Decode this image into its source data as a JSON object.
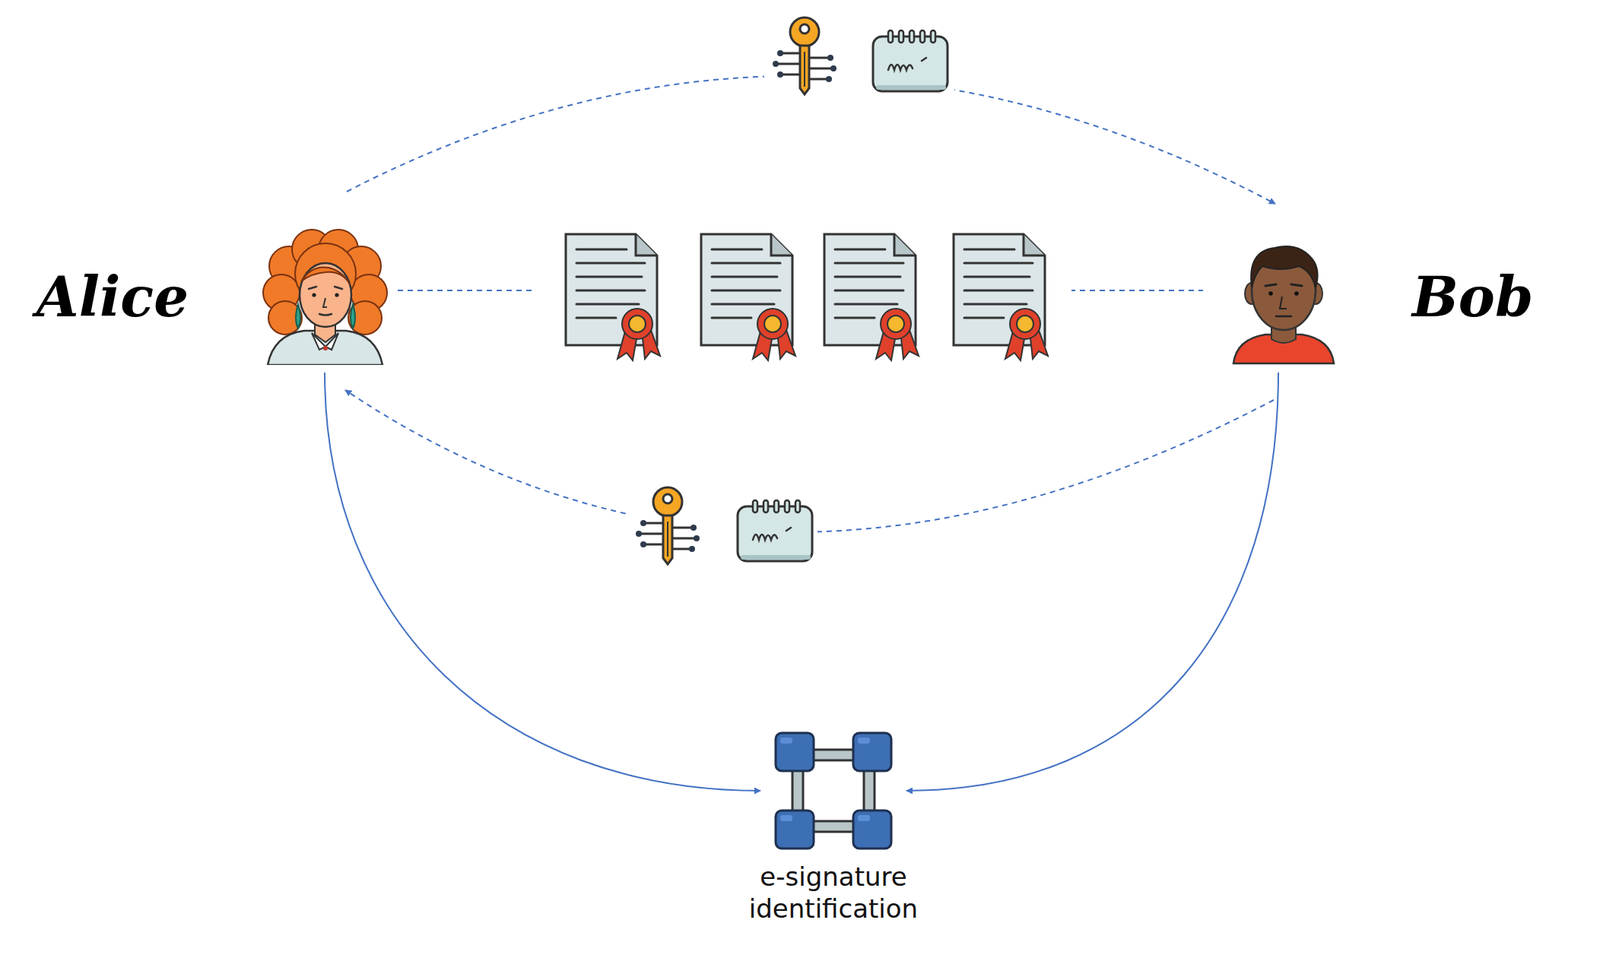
{
  "diagram": {
    "nodes": [
      {
        "text": [
          "Alice"
        ]
      },
      {
        "text": [
          "Bob"
        ]
      },
      {
        "text": [
          "e-signature identification"
        ]
      }
    ],
    "edges": [
      {
        "from": 0,
        "to": 1,
        "arrow": "to"
      },
      {
        "from": 1,
        "to": 0,
        "arrow": "to"
      },
      {
        "from": 0,
        "to": 2,
        "arrow": "to"
      },
      {
        "from": 1,
        "to": 2,
        "arrow": "to"
      },
      {
        "from": 0,
        "to": 1,
        "arrow": "none"
      }
    ]
  }
}
